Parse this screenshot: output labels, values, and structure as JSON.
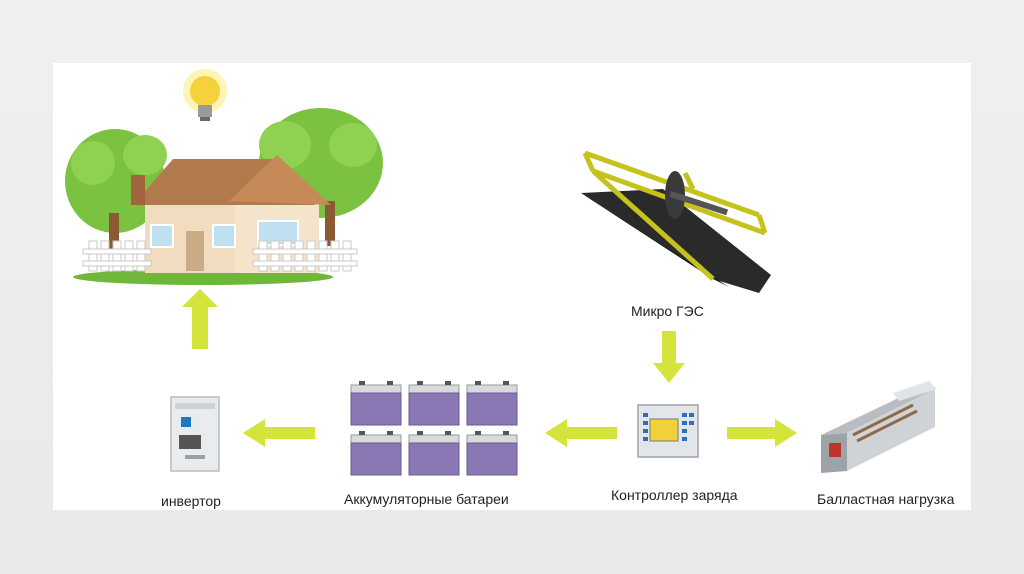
{
  "labels": {
    "micro_hydro": "Микро ГЭС",
    "inverter": "инвертор",
    "batteries": "Аккумуляторные батареи",
    "controller": "Контроллер заряда",
    "ballast": "Балластная нагрузка"
  },
  "icons": {
    "house": "house-icon",
    "bulb": "light-bulb-icon",
    "turbine": "micro-hydro-turbine-icon",
    "inverter": "inverter-icon",
    "batteries": "battery-bank-icon",
    "controller": "charge-controller-icon",
    "ballast": "ballast-load-icon"
  },
  "colors": {
    "arrow": "#d4e43a",
    "tree": "#7cc241",
    "battery": "#8a78b4",
    "turbine_frame": "#c6c21c",
    "bulb": "#f6d23a"
  }
}
